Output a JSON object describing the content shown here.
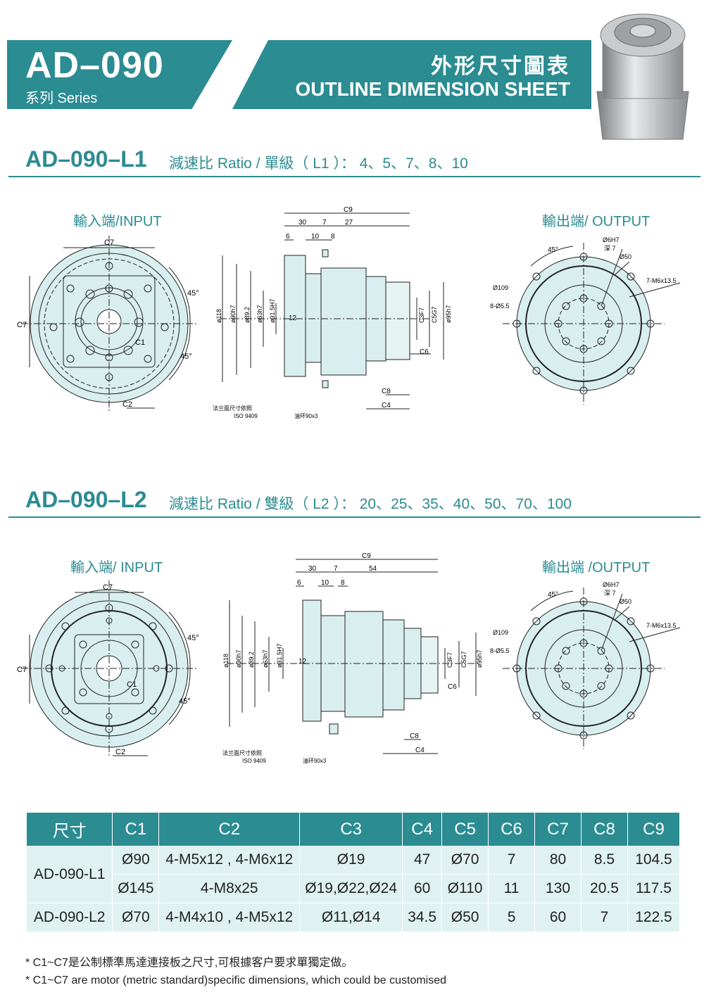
{
  "header": {
    "model": "AD–090",
    "series": "系列 Series",
    "title_cn": "外形尺寸圖表",
    "title_en": "OUTLINE DIMENSION SHEET"
  },
  "sections": [
    {
      "code": "AD–090–L1",
      "ratio": "減速比 Ratio / 單級（ L1 ）：  4、5、7、8、10",
      "input_label": "輸入端/INPUT",
      "output_label": "輸出端/ OUTPUT",
      "input_dims": {
        "c7_top": "C7",
        "c7_side": "C7",
        "angle1": "45°",
        "angle2": "45°",
        "c1": "C1",
        "c2": "C2"
      },
      "side_dims": {
        "c9": "C9",
        "d30": "30",
        "d7": "7",
        "d27": "27",
        "d6": "6",
        "d10": "10",
        "d8": "8",
        "dia118": "ø118",
        "dia90": "ø90h7",
        "dia892": "ø89.2",
        "dia63": "ø63h7",
        "dia315": "ø31.5H7",
        "d12": "12",
        "c3": "C3F7",
        "c5": "C5G7",
        "dia95": "ø95h7",
        "c6": "C6",
        "c8": "C8",
        "c4": "C4",
        "flange_note": "法兰面尺寸依照",
        "iso": "ISO 9409",
        "oring": "油环90x3"
      },
      "output_dims": {
        "angle": "45°",
        "d6h7": "Ø6H7",
        "deep7": "深 7",
        "d50": "Ø50",
        "d109": "Ø109",
        "holes": "8-Ø5.5",
        "thread": "7-M6x13.5"
      }
    },
    {
      "code": "AD–090–L2",
      "ratio": "減速比 Ratio / 雙級（ L2 ）：  20、25、35、40、50、70、100",
      "input_label": "輸入端/ INPUT",
      "output_label": "輸出端 /OUTPUT",
      "input_dims": {
        "c7_top": "C7",
        "c7_side": "C7",
        "angle1": "45°",
        "angle2": "45°",
        "c1": "C1",
        "c2": "C2"
      },
      "side_dims": {
        "c9": "C9",
        "d30": "30",
        "d7": "7",
        "d27": "54",
        "d6": "6",
        "d10": "10",
        "d8": "8",
        "dia118": "ø118",
        "dia90": "ø90h7",
        "dia892": "ø89.2",
        "dia63": "ø63h7",
        "dia315": "ø31.5H7",
        "d12": "12",
        "c3": "C3F7",
        "c5": "C5G7",
        "dia95": "ø95h7",
        "c6": "C6",
        "c8": "C8",
        "c4": "C4",
        "flange_note": "法兰面尺寸依照",
        "iso": "ISO 9409",
        "oring": "油环90x3"
      },
      "output_dims": {
        "angle": "45°",
        "d6h7": "Ø6H7",
        "deep7": "深 7",
        "d50": "Ø50",
        "d109": "Ø109",
        "holes": "8-Ø5.5",
        "thread": "7-M6x13.5"
      }
    }
  ],
  "table": {
    "headers": [
      "尺寸",
      "C1",
      "C2",
      "C3",
      "C4",
      "C5",
      "C6",
      "C7",
      "C8",
      "C9"
    ],
    "rows": [
      {
        "model": "AD-090-L1",
        "cells": [
          "Ø90",
          "4-M5x12 , 4-M6x12",
          "Ø19",
          "47",
          "Ø70",
          "7",
          "80",
          "8.5",
          "104.5"
        ]
      },
      {
        "model": "",
        "cells": [
          "Ø145",
          "4-M8x25",
          "Ø19,Ø22,Ø24",
          "60",
          "Ø110",
          "11",
          "130",
          "20.5",
          "117.5"
        ]
      },
      {
        "model": "AD-090-L2",
        "cells": [
          "Ø70",
          "4-M4x10 , 4-M5x12",
          "Ø11,Ø14",
          "34.5",
          "Ø50",
          "5",
          "60",
          "7",
          "122.5"
        ]
      }
    ]
  },
  "notes": [
    "* C1~C7是公制標準馬達連接板之尺寸,可根據客户要求單獨定做。",
    "* C1~C7 are motor (metric standard)specific dimensions, which could be customised"
  ],
  "colors": {
    "accent": "#2b8c92",
    "fill": "#dff2f1",
    "drawing_fill": "#d9eeef"
  }
}
